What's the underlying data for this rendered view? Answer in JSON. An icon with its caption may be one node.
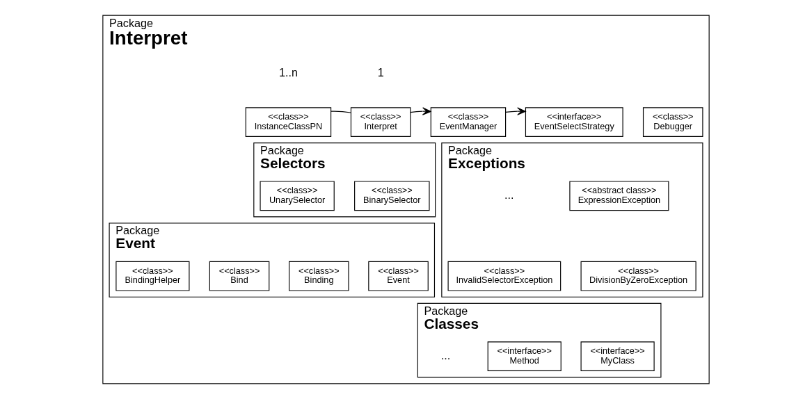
{
  "diagram": {
    "nodes": [
      {
        "text": [
          "Package",
          "Interpret"
        ]
      },
      {
        "text": [
          "<<class>>",
          "InstanceClassPN"
        ],
        "in": 0
      },
      {
        "text": [
          "<<class>>",
          "Interpret"
        ],
        "in": 0
      },
      {
        "text": [
          "<<class>>",
          "EventManager"
        ],
        "in": 0
      },
      {
        "text": [
          "<<interface>>",
          "EventSelectStrategy"
        ],
        "in": 0
      },
      {
        "text": [
          "<<class>>",
          "Debugger"
        ],
        "in": 0
      },
      {
        "text": [
          "Package",
          "Selectors"
        ],
        "in": 0
      },
      {
        "text": [
          "<<class>>",
          "BinarySelector"
        ],
        "in": 6
      },
      {
        "text": [
          "<<class>>",
          "UnarySelector"
        ],
        "in": 6
      },
      {
        "text": [
          "Package",
          "Exceptions"
        ],
        "in": 0
      },
      {
        "text": [
          "<<abstract class>>",
          "ExpressionException"
        ],
        "in": 9
      },
      {
        "text": [
          "<<class>>",
          "DivisionByZeroException"
        ],
        "in": 9
      },
      {
        "text": [
          "<<class>>",
          "InvalidSelectorException"
        ],
        "in": 9
      },
      {
        "text": [
          "Package",
          "Event"
        ],
        "in": 0
      },
      {
        "text": [
          "<<class>>",
          "Event"
        ],
        "in": 13
      },
      {
        "text": [
          "<<class>>",
          "Binding"
        ],
        "in": 13
      },
      {
        "text": [
          "<<class>>",
          "Bind"
        ],
        "in": 13
      },
      {
        "text": [
          "<<class>>",
          "BindingHelper"
        ],
        "in": 13
      },
      {
        "text": [
          "Package",
          "Classes"
        ],
        "in": 0
      },
      {
        "text": [
          "<<interface>>",
          "MyClass"
        ],
        "in": 18
      },
      {
        "text": [
          "<<interface>>",
          "Method"
        ],
        "in": 18
      }
    ],
    "edges": [
      {
        "from": 1,
        "to": 2,
        "arrow": "none"
      },
      {
        "from": 2,
        "to": 3,
        "arrow": "to"
      },
      {
        "from": 3,
        "to": 4,
        "arrow": "to"
      }
    ],
    "labels": [
      "1..n",
      "1",
      "...",
      "..."
    ]
  }
}
